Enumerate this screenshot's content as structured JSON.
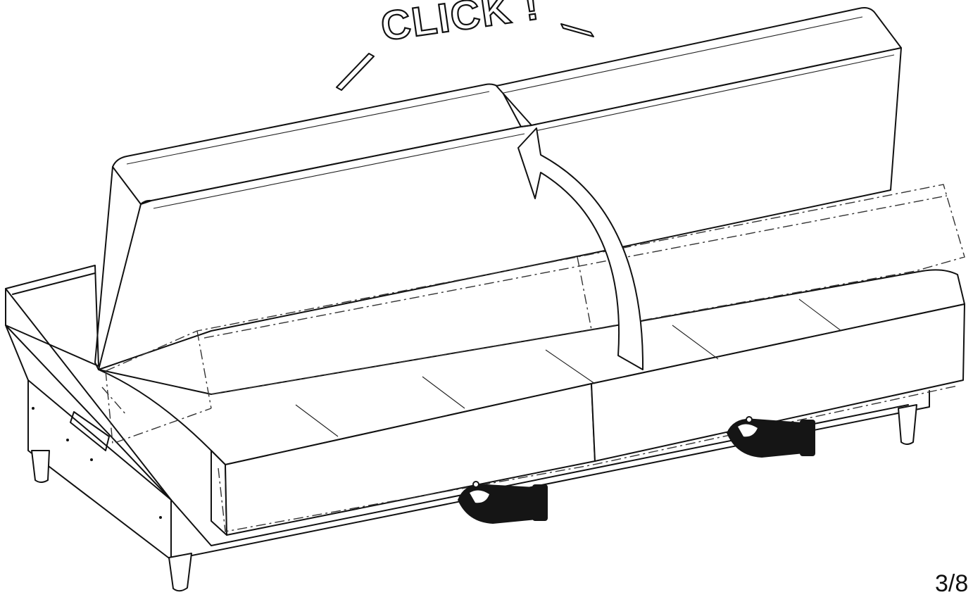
{
  "instruction": {
    "callout_text": "CLICK !",
    "page_number": "3/8"
  },
  "colors": {
    "line": "#111111",
    "background": "#ffffff",
    "hand": "#151515"
  },
  "icons": [
    "sofa-bed-drawing",
    "rotate-up-arrow-icon",
    "hand-grip-icon",
    "click-burst-icon"
  ]
}
